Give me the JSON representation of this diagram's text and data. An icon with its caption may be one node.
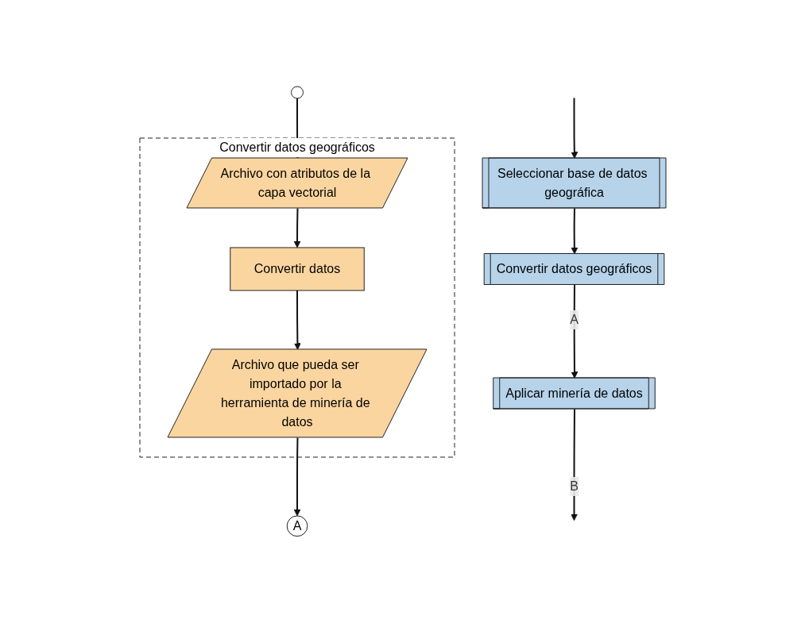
{
  "diagram": {
    "nodes": [
      {
        "text": [
          "Seleccionar base de datos geográfica"
        ]
      },
      {
        "text": [
          "Convertir datos geográficos"
        ]
      },
      {
        "text": [
          "Aplicar minería de datos"
        ]
      },
      {
        "text": [],
        "shape": "circle"
      },
      {
        "text": [
          "Convertir datos geográficos"
        ]
      },
      {
        "text": [
          "Archivo con atributos de la capa vectorial"
        ],
        "in": 4
      },
      {
        "text": [
          "Convertir datos"
        ],
        "in": 4
      },
      {
        "text": [
          "Archivo que pueda ser importado por la herramienta de minería de datos"
        ],
        "in": 4
      },
      {
        "text": [
          "A"
        ]
      }
    ],
    "edges": [
      {
        "from": null,
        "to": 0,
        "arrow": "to"
      },
      {
        "from": 0,
        "to": 1,
        "arrow": "to"
      },
      {
        "from": 1,
        "to": 2,
        "label": "A",
        "arrow": "to"
      },
      {
        "from": 2,
        "to": null,
        "label": "B",
        "arrow": "to"
      },
      {
        "from": 3,
        "to": 5,
        "arrow": "to"
      },
      {
        "from": 5,
        "to": 6,
        "arrow": "to"
      },
      {
        "from": 6,
        "to": 7,
        "arrow": "to"
      },
      {
        "from": 7,
        "to": 8,
        "arrow": "to"
      }
    ]
  }
}
